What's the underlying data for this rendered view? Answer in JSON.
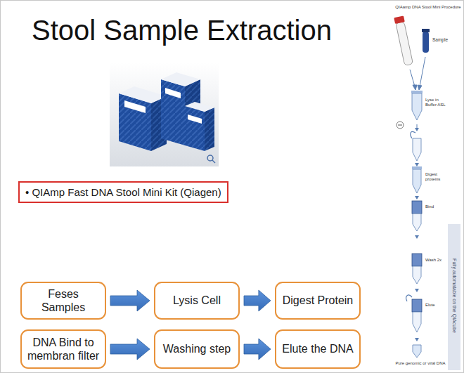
{
  "diagram": {
    "title": "Stool Sample Extraction",
    "nodes": [
      {
        "text": [
          "• QIAmp Fast DNA Stool Mini Kit (Qiagen)"
        ]
      },
      {
        "text": [
          "Feses Samples"
        ]
      },
      {
        "text": [
          "Lysis Cell"
        ]
      },
      {
        "text": [
          "Digest Protein"
        ]
      },
      {
        "text": [
          "DNA Bind to membran filter"
        ]
      },
      {
        "text": [
          "Washing step"
        ]
      },
      {
        "text": [
          "Elute the DNA"
        ]
      }
    ],
    "edges": [
      {
        "from": 1,
        "to": 2,
        "arrow": "to"
      },
      {
        "from": 2,
        "to": 3,
        "arrow": "to"
      },
      {
        "from": 4,
        "to": 5,
        "arrow": "to"
      },
      {
        "from": 5,
        "to": 6,
        "arrow": "to"
      }
    ],
    "labels": [
      "QIAamp DNA Stool Mini Procedure",
      "Sample",
      "Lyse in Buffer ASL",
      "Digest proteins",
      "Bind",
      "Wash 2x",
      "Elute",
      "Pure genomic or viral DNA",
      "Fully automatable on the QIAcube"
    ]
  }
}
